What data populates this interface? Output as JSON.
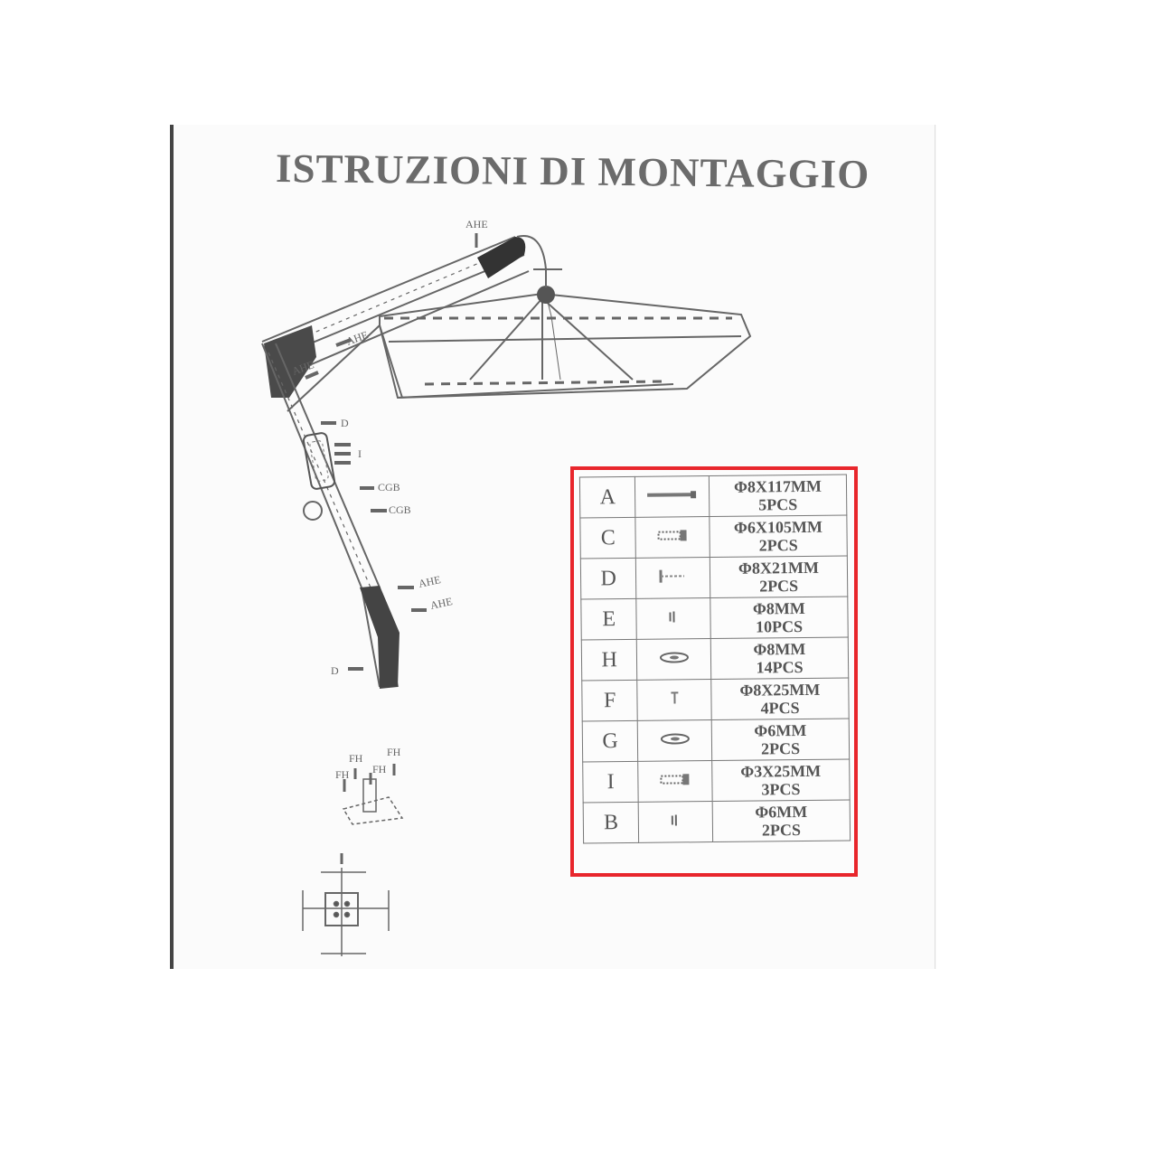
{
  "title": "ISTRUZIONI DI MONTAGGIO",
  "diagram_labels": {
    "ahe_top": "AHE",
    "ahe_arm_1": "AHE",
    "ahe_arm_2": "AHE",
    "d_upper": "D",
    "i_label": "I",
    "cgb_1": "CGB",
    "cgb_2": "CGB",
    "ahe_lower_1": "AHE",
    "ahe_lower_2": "AHE",
    "d_lower": "D",
    "fh_1": "FH",
    "fh_2": "FH",
    "fh_3": "FH",
    "fh_4": "FH"
  },
  "parts": [
    {
      "letter": "A",
      "icon": "long-bolt-icon",
      "size": "Φ8X117MM",
      "qty": "5PCS"
    },
    {
      "letter": "C",
      "icon": "bolt-icon",
      "size": "Φ6X105MM",
      "qty": "2PCS"
    },
    {
      "letter": "D",
      "icon": "thumb-screw-icon",
      "size": "Φ8X21MM",
      "qty": "2PCS"
    },
    {
      "letter": "E",
      "icon": "nut-icon",
      "size": "Φ8MM",
      "qty": "10PCS"
    },
    {
      "letter": "H",
      "icon": "washer-icon",
      "size": "Φ8MM",
      "qty": "14PCS"
    },
    {
      "letter": "F",
      "icon": "short-screw-icon",
      "size": "Φ8X25MM",
      "qty": "4PCS"
    },
    {
      "letter": "G",
      "icon": "washer-icon",
      "size": "Φ6MM",
      "qty": "2PCS"
    },
    {
      "letter": "I",
      "icon": "bolt-icon",
      "size": "Φ3X25MM",
      "qty": "3PCS"
    },
    {
      "letter": "B",
      "icon": "nut-icon",
      "size": "Φ6MM",
      "qty": "2PCS"
    }
  ]
}
